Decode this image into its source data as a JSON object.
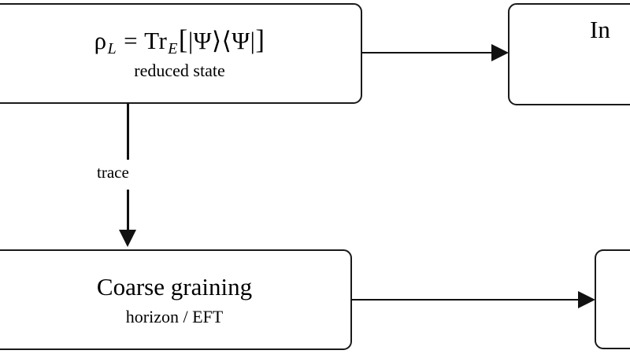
{
  "figure": {
    "background_color": "#ffffff",
    "line_color": "#111111",
    "text_color": "#000000"
  },
  "nodes": {
    "reduced_state": {
      "formula": {
        "lhs": "ρ",
        "lhs_subscript": "L",
        "equals": "=",
        "operator": "Tr",
        "operator_subscript": "E",
        "bracket_open": "[",
        "ket": "|Ψ⟩",
        "bra": "⟨Ψ|",
        "bracket_close": "]",
        "plain": "ρ_L = Tr_E[ |Ψ⟩⟨Ψ| ]"
      },
      "sublabel": "reduced state"
    },
    "coarse_graining": {
      "title": "Coarse graining",
      "sublabel": "horizon / EFT"
    },
    "information": {
      "title": "In"
    },
    "right_bottom": {
      "title": ""
    }
  },
  "edges": {
    "reduced_to_information": {
      "label": "",
      "direction": "right"
    },
    "reduced_to_coarse": {
      "label": "trace",
      "direction": "down"
    },
    "coarse_to_right": {
      "label": "",
      "direction": "right"
    }
  }
}
